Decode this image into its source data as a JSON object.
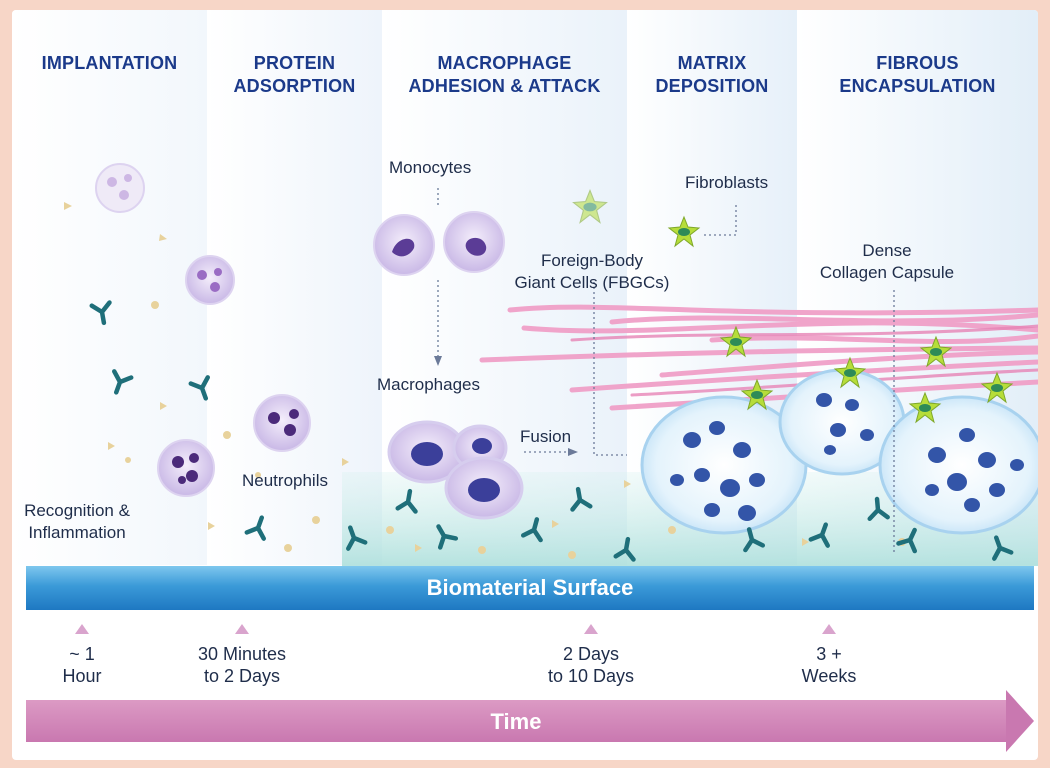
{
  "phases": [
    {
      "title": "IMPLANTATION"
    },
    {
      "title": "PROTEIN\nADSORPTION"
    },
    {
      "title": "MACROPHAGE\nADHESION & ATTACK"
    },
    {
      "title": "MATRIX\nDEPOSITION"
    },
    {
      "title": "FIBROUS\nENCAPSULATION"
    }
  ],
  "labels": {
    "recognition": "Recognition &\nInflammation",
    "neutrophils": "Neutrophils",
    "monocytes": "Monocytes",
    "macrophages": "Macrophages",
    "fusion": "Fusion",
    "fbgc": "Foreign-Body\nGiant Cells (FBGCs)",
    "fibroblasts": "Fibroblasts",
    "capsule": "Dense\nCollagen Capsule"
  },
  "surface_label": "Biomaterial Surface",
  "timeline": {
    "label": "Time",
    "ticks": [
      "~ 1\nHour",
      "30 Minutes\nto 2 Days",
      "2 Days\nto 10 Days",
      "3 +\nWeeks"
    ]
  },
  "colors": {
    "phase_title": "#1b3a8a",
    "surface": "#1e78c2",
    "time_arrow": "#c978b0",
    "antibody": "#1f6f7a",
    "collagen": "#f0a0c8",
    "fibroblast": "#9acd32",
    "nucleus": "#3355a8"
  }
}
